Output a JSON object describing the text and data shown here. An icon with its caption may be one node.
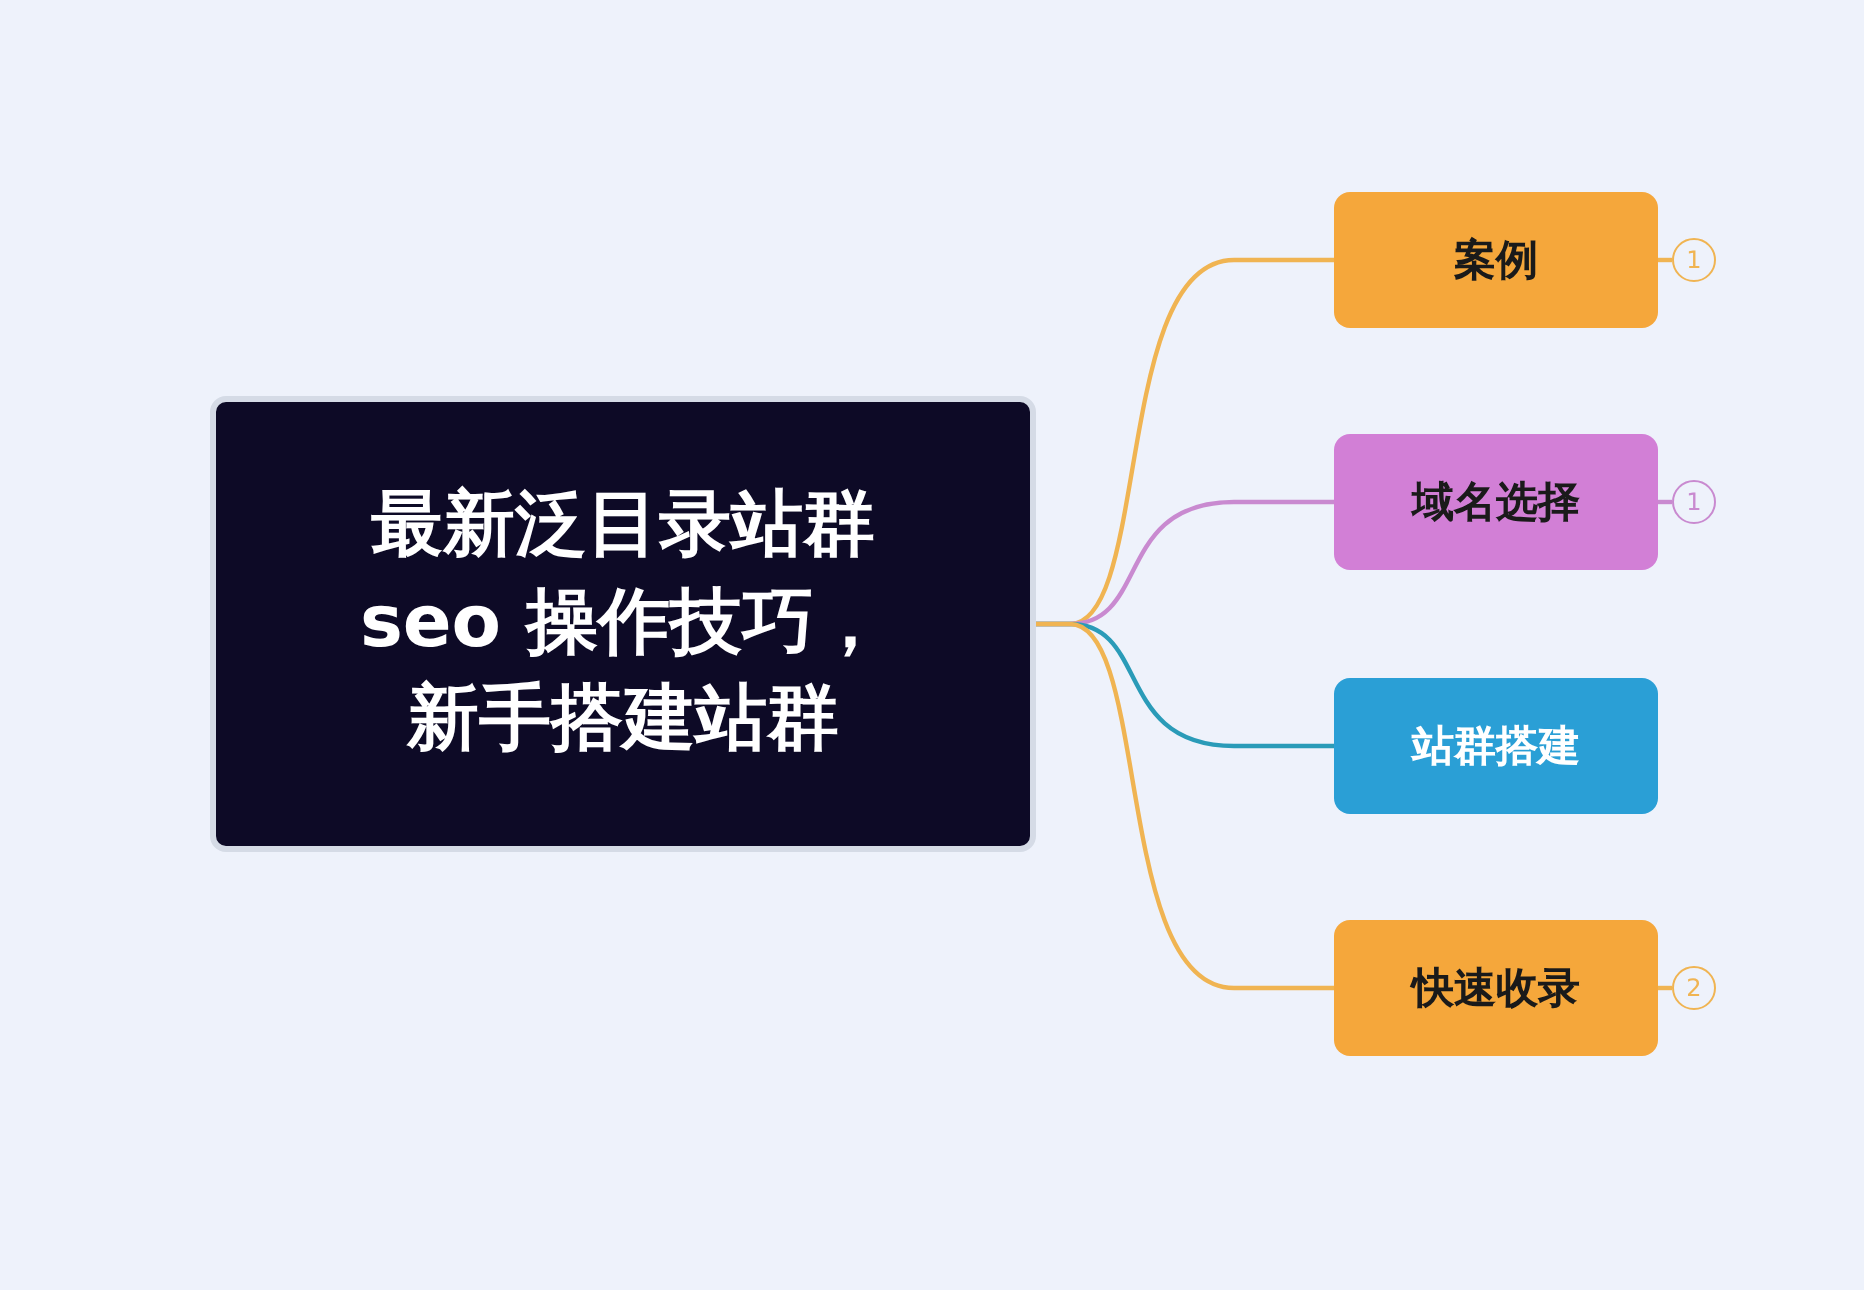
{
  "diagram": {
    "nodes": [
      {
        "text": [
          "最新泛目录站群seo 操作技巧，新手搭建站群"
        ]
      },
      {
        "text": [
          "案例"
        ]
      },
      {
        "text": [
          "域名选择"
        ]
      },
      {
        "text": [
          "站群搭建"
        ]
      },
      {
        "text": [
          "快速收录"
        ]
      },
      {
        "text": [
          "1"
        ]
      },
      {
        "text": [
          "1"
        ]
      },
      {
        "text": [
          "2"
        ]
      }
    ],
    "edges": [
      {
        "from": 0,
        "to": 1,
        "arrow": "none"
      },
      {
        "from": 0,
        "to": 2,
        "arrow": "none",
        "color": "#c98ad0"
      },
      {
        "from": 0,
        "to": 3,
        "arrow": "none",
        "color": "#2a9bb8"
      },
      {
        "from": 0,
        "to": 4,
        "arrow": "none"
      },
      {
        "from": 1,
        "to": 5,
        "arrow": "none"
      },
      {
        "from": 2,
        "to": 6,
        "arrow": "none",
        "color": "#c98ad0"
      },
      {
        "from": 4,
        "to": 7,
        "arrow": "none"
      }
    ]
  }
}
